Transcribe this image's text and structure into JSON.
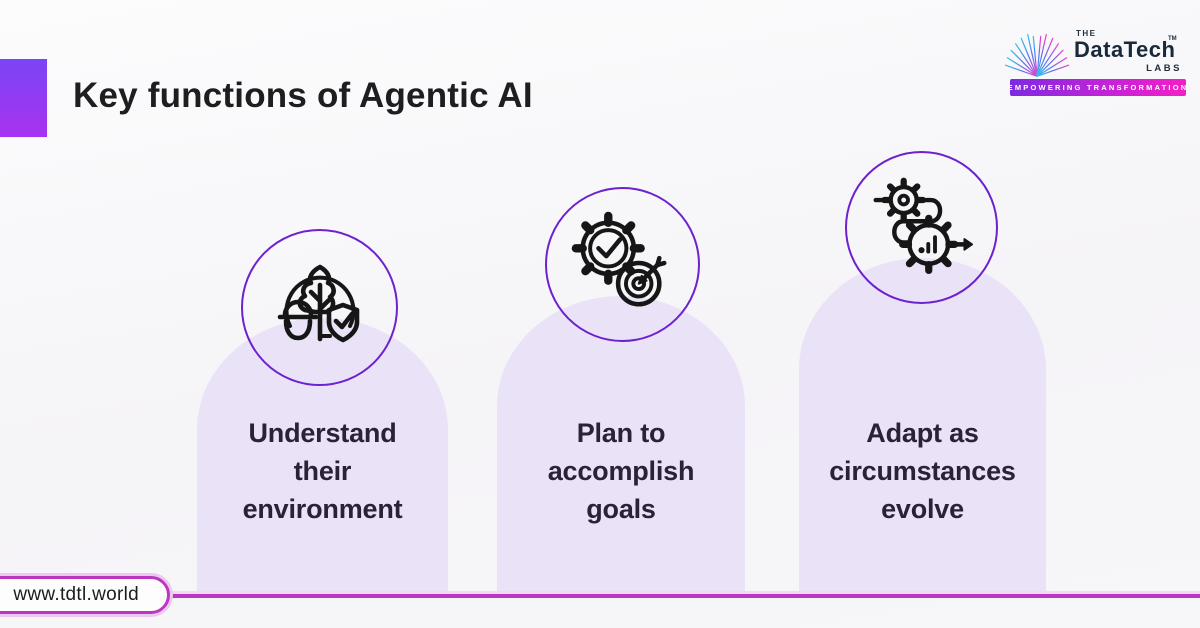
{
  "header": {
    "title": "Key functions of Agentic AI"
  },
  "logo": {
    "the": "THE",
    "brand": "DataTech",
    "tm": "TM",
    "labs": "LABS",
    "tagline": "EMPOWERING TRANSFORMATION"
  },
  "cards": [
    {
      "icon": "environment-tree-helmet-shield-icon",
      "label": "Understand\ntheir\nenvironment"
    },
    {
      "icon": "gear-check-target-icon",
      "label": "Plan to\naccomplish\ngoals"
    },
    {
      "icon": "gears-process-arrow-icon",
      "label": "Adapt as\ncircumstances\nevolve"
    }
  ],
  "footer": {
    "website": "www.tdtl.world"
  },
  "colors": {
    "circle_ring": "#6d21cf",
    "card_background": "#eae3f7",
    "footer_line_magenta": "#bc37c0",
    "accent_square_top": "#7b45f5",
    "accent_square_bottom": "#a832f0",
    "logo_bar_left": "#7e2ae0",
    "logo_bar_right": "#f31fc6",
    "title_text": "#1e1e21",
    "card_text": "#2a2337"
  }
}
